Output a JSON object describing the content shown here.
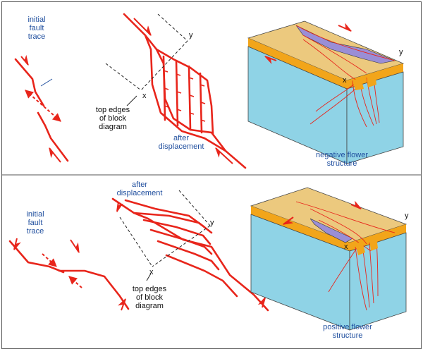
{
  "top_panel": {
    "initial_trace_label": [
      "initial",
      "fault",
      "trace"
    ],
    "top_edges_label": [
      "top edges",
      "of block",
      "diagram"
    ],
    "after_label": [
      "after",
      "displacement"
    ],
    "structure_label": [
      "negative flower",
      "structure"
    ],
    "axis_x": "x",
    "axis_y": "y"
  },
  "bottom_panel": {
    "initial_trace_label": [
      "initial",
      "fault",
      "trace"
    ],
    "top_edges_label": [
      "top edges",
      "of block",
      "diagram"
    ],
    "after_label": [
      "after",
      "displacement"
    ],
    "structure_label": [
      "positive flower",
      "structure"
    ],
    "axis_x": "x",
    "axis_y": "y"
  },
  "colors": {
    "fault_red": "#e8251b",
    "label_blue": "#1f4e9e",
    "block_top": "#ecc97e",
    "block_side": "#8fd3e6",
    "sand_band": "#f2a51a",
    "wedge_purple": "#9a8ed6",
    "frame": "#555555"
  }
}
